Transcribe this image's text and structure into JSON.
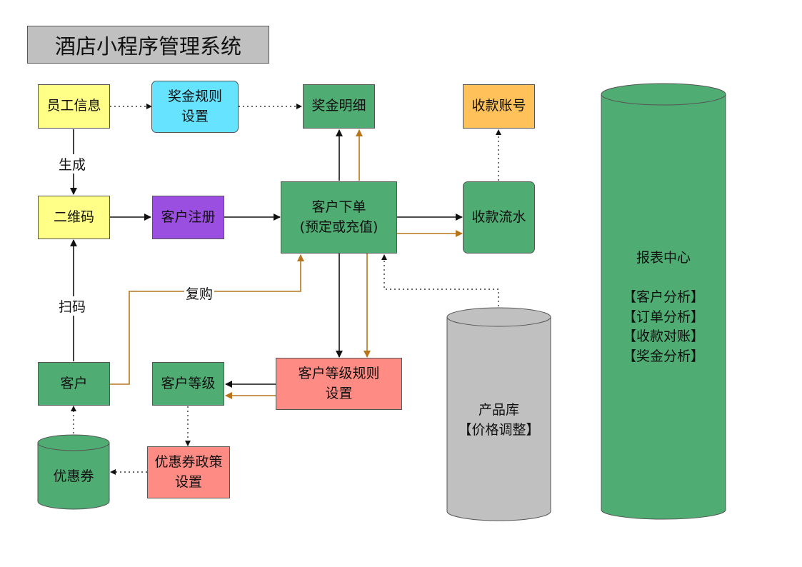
{
  "title": "酒店小程序管理系统",
  "nodes": {
    "staff_info": "员工信息",
    "bonus_rule": "奖金规则\n设置",
    "bonus_detail": "奖金明细",
    "payment_account": "收款账号",
    "qrcode": "二维码",
    "customer_register": "客户注册",
    "customer_order": "客户下单\n(预定或充值)",
    "payment_flow": "收款流水",
    "customer": "客户",
    "customer_level": "客户等级",
    "level_rule": "客户等级规则\n设置",
    "coupon": "优惠券",
    "coupon_policy": "优惠券政策\n设置",
    "product_lib": "产品库\n【价格调整】",
    "report_center": "报表中心\n\n【客户分析】\n【订单分析】\n【收款对账】\n【奖金分析】"
  },
  "edge_labels": {
    "generate": "生成",
    "scan": "扫码",
    "repurchase": "复购"
  },
  "colors": {
    "yellow": "#ffff88",
    "cyan": "#66e3ff",
    "green": "#4fac72",
    "orange": "#ffc25a",
    "purple": "#9a4fe0",
    "salmon": "#ff8c84",
    "gray": "#c0c0c0",
    "orange_line": "#b8741a",
    "black_line": "#111111"
  }
}
